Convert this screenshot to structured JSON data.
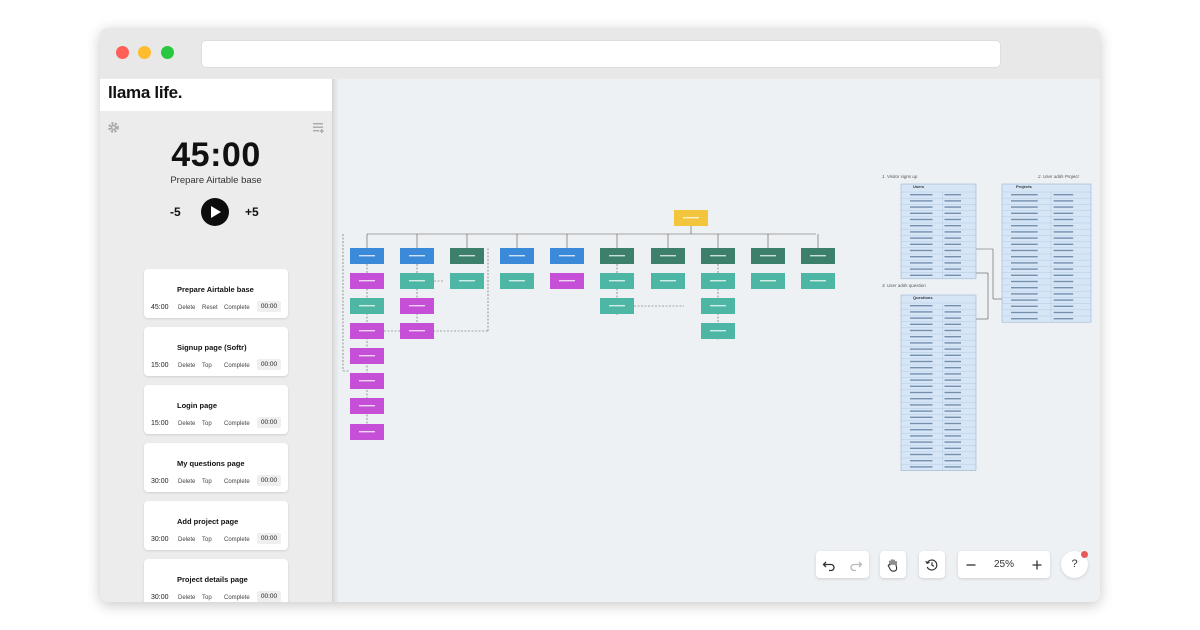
{
  "app": {
    "logo": "llama life.",
    "timer": "45:00",
    "current_task": "Prepare Airtable base",
    "minus_label": "-5",
    "plus_label": "+5"
  },
  "tasks": [
    {
      "title": "Prepare Airtable base",
      "duration": "45:00",
      "actions": [
        "Delete",
        "Reset",
        "Complete"
      ],
      "time": "00:00"
    },
    {
      "title": "Signup page (Softr)",
      "duration": "15:00",
      "actions": [
        "Delete",
        "Top",
        "Complete"
      ],
      "time": "00:00"
    },
    {
      "title": "Login page",
      "duration": "15:00",
      "actions": [
        "Delete",
        "Top",
        "Complete"
      ],
      "time": "00:00"
    },
    {
      "title": "My questions page",
      "duration": "30:00",
      "actions": [
        "Delete",
        "Top",
        "Complete"
      ],
      "time": "00:00"
    },
    {
      "title": "Add project page",
      "duration": "30:00",
      "actions": [
        "Delete",
        "Top",
        "Complete"
      ],
      "time": "00:00"
    },
    {
      "title": "Project details page",
      "duration": "30:00",
      "actions": [
        "Delete",
        "Top",
        "Complete"
      ],
      "time": "00:00"
    }
  ],
  "canvas": {
    "zoom": "25%",
    "help": "?",
    "labels": {
      "visitor_signs_up": "1. Visitor signs up",
      "user_adds_project": "2. User adds Project",
      "user_adds_question": "3. User adds question",
      "users_table": "Users",
      "projects_table": "Projects",
      "questions_table": "Questions"
    }
  },
  "colors": {
    "canvas_bg": "#eef1f4",
    "blue": "#3b8ad9",
    "teal": "#4db6a5",
    "dark_green": "#3c7f6a",
    "magenta": "#c54fd6",
    "yellow": "#f2c53d",
    "table_blue": "#d6e6f7"
  },
  "icons": [
    "settings-gear-icon",
    "task-list-icon",
    "play-icon",
    "undo-icon",
    "redo-icon",
    "hand-pan-icon",
    "history-icon",
    "zoom-out-icon",
    "zoom-in-icon",
    "help-icon"
  ]
}
